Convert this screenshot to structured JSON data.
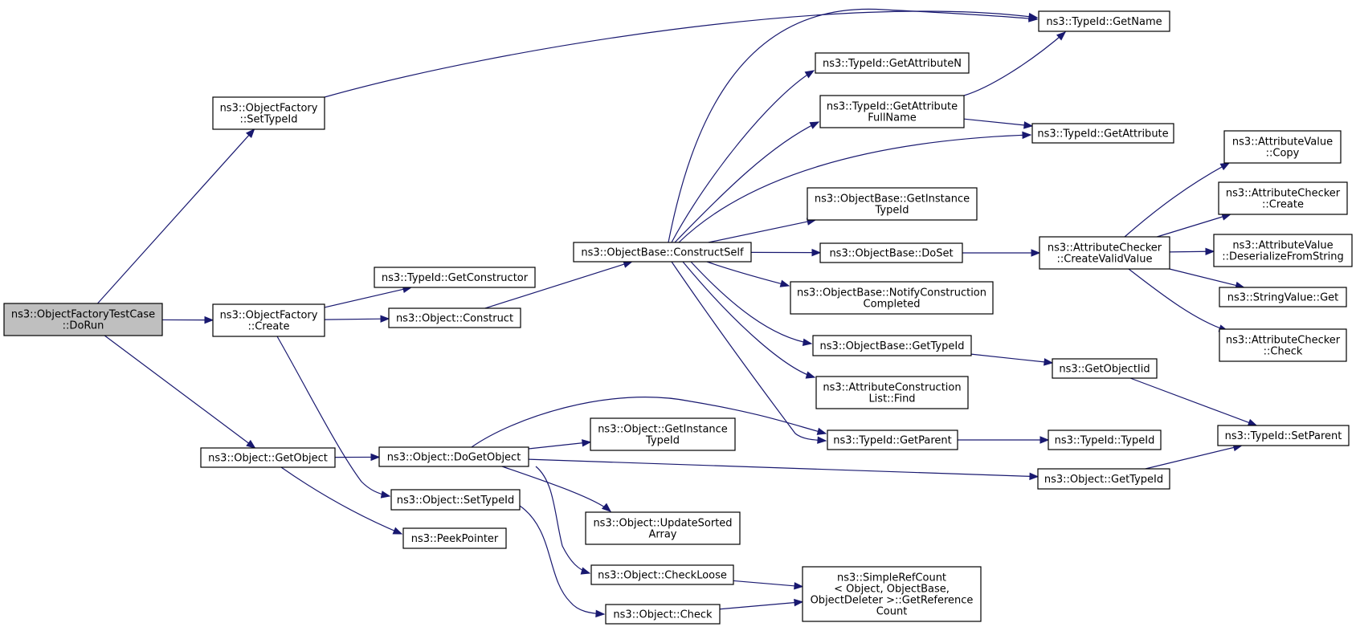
{
  "nodes": [
    {
      "id": "dorun",
      "lines": [
        "ns3::ObjectFactoryTestCase",
        "::DoRun"
      ],
      "root": true
    },
    {
      "id": "of_settypeid",
      "lines": [
        "ns3::ObjectFactory",
        "::SetTypeId"
      ]
    },
    {
      "id": "of_create",
      "lines": [
        "ns3::ObjectFactory",
        "::Create"
      ]
    },
    {
      "id": "obj_getobject",
      "lines": [
        "ns3::Object::GetObject"
      ]
    },
    {
      "id": "tid_getconstructor",
      "lines": [
        "ns3::TypeId::GetConstructor"
      ]
    },
    {
      "id": "obj_construct",
      "lines": [
        "ns3::Object::Construct"
      ]
    },
    {
      "id": "obj_dogetobject",
      "lines": [
        "ns3::Object::DoGetObject"
      ]
    },
    {
      "id": "obj_settypeid",
      "lines": [
        "ns3::Object::SetTypeId"
      ]
    },
    {
      "id": "peekpointer",
      "lines": [
        "ns3::PeekPointer"
      ]
    },
    {
      "id": "ob_constructself",
      "lines": [
        "ns3::ObjectBase::ConstructSelf"
      ]
    },
    {
      "id": "obj_getinstancetypeid",
      "lines": [
        "ns3::Object::GetInstance",
        "TypeId"
      ]
    },
    {
      "id": "obj_updatesortedarray",
      "lines": [
        "ns3::Object::UpdateSorted",
        "Array"
      ]
    },
    {
      "id": "obj_checkloose",
      "lines": [
        "ns3::Object::CheckLoose"
      ]
    },
    {
      "id": "obj_check",
      "lines": [
        "ns3::Object::Check"
      ]
    },
    {
      "id": "tid_getattributen",
      "lines": [
        "ns3::TypeId::GetAttributeN"
      ]
    },
    {
      "id": "tid_getattributefullname",
      "lines": [
        "ns3::TypeId::GetAttribute",
        "FullName"
      ]
    },
    {
      "id": "ob_getinstancetypeid",
      "lines": [
        "ns3::ObjectBase::GetInstance",
        "TypeId"
      ]
    },
    {
      "id": "ob_doset",
      "lines": [
        "ns3::ObjectBase::DoSet"
      ]
    },
    {
      "id": "ob_notifyconstructioncompleted",
      "lines": [
        "ns3::ObjectBase::NotifyConstruction",
        "Completed"
      ]
    },
    {
      "id": "ob_gettypeid",
      "lines": [
        "ns3::ObjectBase::GetTypeId"
      ]
    },
    {
      "id": "acl_find",
      "lines": [
        "ns3::AttributeConstruction",
        "List::Find"
      ]
    },
    {
      "id": "tid_getparent",
      "lines": [
        "ns3::TypeId::GetParent"
      ]
    },
    {
      "id": "simplerefcount",
      "lines": [
        "ns3::SimpleRefCount",
        "< Object, ObjectBase,",
        "ObjectDeleter >::GetReference",
        "Count"
      ]
    },
    {
      "id": "tid_getname",
      "lines": [
        "ns3::TypeId::GetName"
      ]
    },
    {
      "id": "tid_getattribute",
      "lines": [
        "ns3::TypeId::GetAttribute"
      ]
    },
    {
      "id": "ac_createvalidvalue",
      "lines": [
        "ns3::AttributeChecker",
        "::CreateValidValue"
      ]
    },
    {
      "id": "getobjectiid",
      "lines": [
        "ns3::GetObjectIid"
      ]
    },
    {
      "id": "tid_typeid",
      "lines": [
        "ns3::TypeId::TypeId"
      ]
    },
    {
      "id": "obj_gettypeid",
      "lines": [
        "ns3::Object::GetTypeId"
      ]
    },
    {
      "id": "av_copy",
      "lines": [
        "ns3::AttributeValue",
        "::Copy"
      ]
    },
    {
      "id": "ac_create",
      "lines": [
        "ns3::AttributeChecker",
        "::Create"
      ]
    },
    {
      "id": "av_deserialize",
      "lines": [
        "ns3::AttributeValue",
        "::DeserializeFromString"
      ]
    },
    {
      "id": "sv_get",
      "lines": [
        "ns3::StringValue::Get"
      ]
    },
    {
      "id": "ac_check",
      "lines": [
        "ns3::AttributeChecker",
        "::Check"
      ]
    },
    {
      "id": "tid_setparent",
      "lines": [
        "ns3::TypeId::SetParent"
      ]
    }
  ],
  "edges": [
    [
      "dorun",
      "of_settypeid"
    ],
    [
      "dorun",
      "of_create"
    ],
    [
      "dorun",
      "obj_getobject"
    ],
    [
      "of_settypeid",
      "tid_getname"
    ],
    [
      "of_create",
      "tid_getconstructor"
    ],
    [
      "of_create",
      "obj_construct"
    ],
    [
      "of_create",
      "obj_settypeid"
    ],
    [
      "obj_construct",
      "ob_constructself"
    ],
    [
      "obj_getobject",
      "obj_dogetobject"
    ],
    [
      "obj_getobject",
      "peekpointer"
    ],
    [
      "obj_dogetobject",
      "tid_getparent"
    ],
    [
      "obj_dogetobject",
      "obj_getinstancetypeid"
    ],
    [
      "obj_dogetobject",
      "obj_updatesortedarray"
    ],
    [
      "obj_dogetobject",
      "obj_checkloose"
    ],
    [
      "obj_dogetobject",
      "obj_gettypeid"
    ],
    [
      "obj_settypeid",
      "obj_check"
    ],
    [
      "ob_constructself",
      "tid_getname"
    ],
    [
      "ob_constructself",
      "tid_getattributen"
    ],
    [
      "ob_constructself",
      "tid_getattributefullname"
    ],
    [
      "ob_constructself",
      "tid_getattribute"
    ],
    [
      "ob_constructself",
      "ob_getinstancetypeid"
    ],
    [
      "ob_constructself",
      "ob_doset"
    ],
    [
      "ob_constructself",
      "ob_notifyconstructioncompleted"
    ],
    [
      "ob_constructself",
      "ob_gettypeid"
    ],
    [
      "ob_constructself",
      "acl_find"
    ],
    [
      "ob_constructself",
      "tid_getparent"
    ],
    [
      "tid_getattributefullname",
      "tid_getname"
    ],
    [
      "tid_getattributefullname",
      "tid_getattribute"
    ],
    [
      "ob_doset",
      "ac_createvalidvalue"
    ],
    [
      "ac_createvalidvalue",
      "av_copy"
    ],
    [
      "ac_createvalidvalue",
      "ac_create"
    ],
    [
      "ac_createvalidvalue",
      "av_deserialize"
    ],
    [
      "ac_createvalidvalue",
      "sv_get"
    ],
    [
      "ac_createvalidvalue",
      "ac_check"
    ],
    [
      "ob_gettypeid",
      "getobjectiid"
    ],
    [
      "getobjectiid",
      "tid_setparent"
    ],
    [
      "tid_getparent",
      "tid_typeid"
    ],
    [
      "obj_gettypeid",
      "tid_setparent"
    ],
    [
      "obj_checkloose",
      "simplerefcount"
    ],
    [
      "obj_check",
      "simplerefcount"
    ]
  ],
  "colors": {
    "edge": "#191970",
    "root_fill": "#bfbfbf",
    "node_fill": "#ffffff",
    "border": "#000000"
  }
}
